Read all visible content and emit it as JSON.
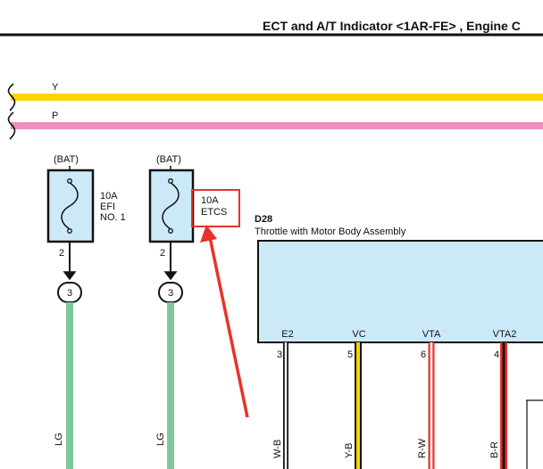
{
  "header": {
    "title": "ECT and A/T Indicator <1AR-FE> , Engine C"
  },
  "buses": [
    {
      "label": "Y",
      "color": "#FFD400"
    },
    {
      "label": "P",
      "color": "#F08CC0"
    }
  ],
  "fuses": [
    {
      "source": "(BAT)",
      "rating": "10A",
      "name_line1": "EFI",
      "name_line2": "NO. 1",
      "pin": "2",
      "connector": "3",
      "wire": "LG"
    },
    {
      "source": "(BAT)",
      "rating": "10A",
      "name_line1": "ETCS",
      "pin": "2",
      "connector": "3",
      "wire": "LG"
    }
  ],
  "component": {
    "id": "D28",
    "name": "Throttle with Motor Body Assembly",
    "fill": "#CCE9F8",
    "terminals": [
      {
        "label": "E2",
        "pin": "3",
        "wire": "W-B"
      },
      {
        "label": "VC",
        "pin": "5",
        "wire": "Y-B"
      },
      {
        "label": "VTA",
        "pin": "6",
        "wire": "R-W"
      },
      {
        "label": "VTA2",
        "pin": "4",
        "wire": "B-R"
      }
    ]
  },
  "colors": {
    "fuse_fill": "#CCE9F8",
    "wire_lg": "#7CC89A",
    "highlight": "#E8322A"
  }
}
